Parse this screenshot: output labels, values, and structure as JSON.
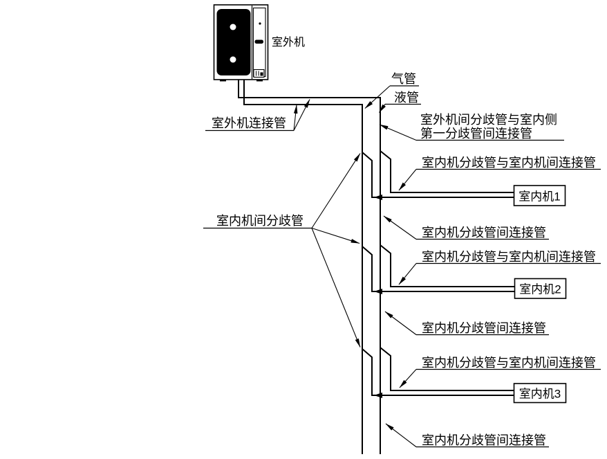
{
  "diagram": {
    "outdoor_unit": {
      "label": "室外机"
    },
    "pipe_labels": {
      "gas": "气管",
      "liquid": "液管",
      "outdoor_connection": "室外机连接管",
      "outdoor_to_first_branch_line1": "室外机间分歧管与室内侧",
      "outdoor_to_first_branch_line2": "第一分歧管间连接管",
      "indoor_branch_joints": "室内机间分歧管",
      "branch_to_indoor_unit": "室内机分歧管与室内机间连接管",
      "between_branch_joints": "室内机分歧管间连接管"
    },
    "indoor_units": [
      {
        "label": "室内机1"
      },
      {
        "label": "室内机2"
      },
      {
        "label": "室内机3"
      }
    ],
    "colors": {
      "line": "#000000",
      "background": "#ffffff"
    }
  }
}
